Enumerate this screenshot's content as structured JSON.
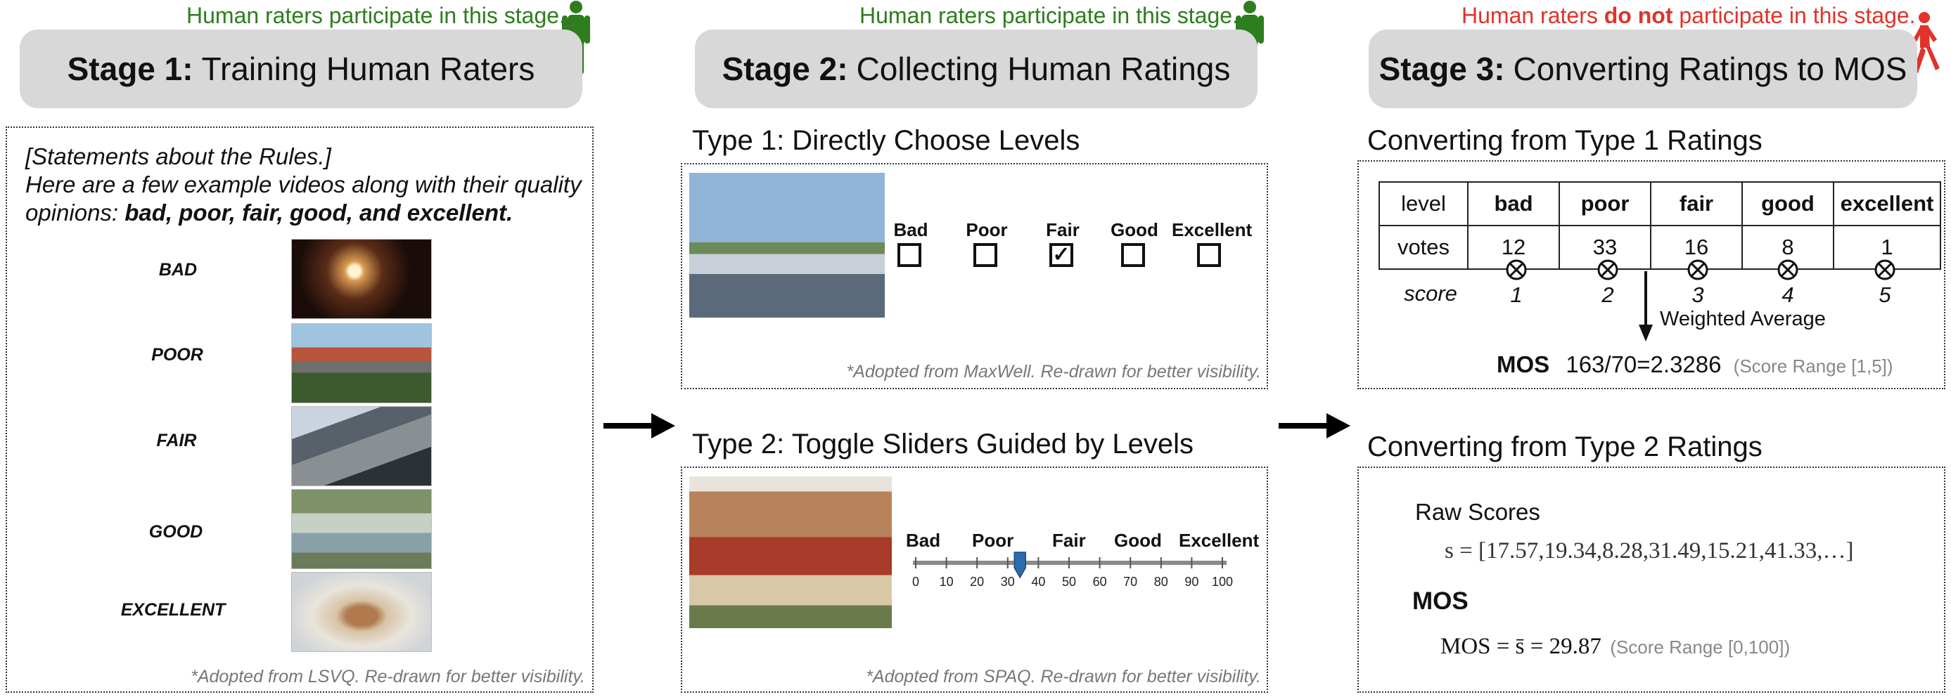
{
  "stage1": {
    "note": "Human raters participate in this stage.",
    "bold": "Stage 1:",
    "title": "Training Human Raters",
    "statement": "[Statements about the Rules.]",
    "intro_line1": "Here are a few example videos along with their quality",
    "intro_line2_plain": "opinions: ",
    "intro_line2_bold": "bad, poor, fair, good, and excellent.",
    "levels": [
      "BAD",
      "POOR",
      "FAIR",
      "GOOD",
      "EXCELLENT"
    ],
    "footnote": "*Adopted from LSVQ. Re-drawn for better visibility."
  },
  "stage2": {
    "note": "Human raters participate in this stage.",
    "bold": "Stage 2:",
    "title": "Collecting Human Ratings",
    "type1_title": "Type 1: Directly Choose Levels",
    "type1_labels": [
      "Bad",
      "Poor",
      "Fair",
      "Good",
      "Excellent"
    ],
    "type1_checked_index": 2,
    "type1_check_mark": "✓",
    "type1_footnote": "*Adopted from MaxWell. Re-drawn for better visibility.",
    "type2_title": "Type 2: Toggle Sliders Guided by Levels",
    "type2_labels": [
      "Bad",
      "Poor",
      "Fair",
      "Good",
      "Excellent"
    ],
    "type2_ticks": [
      "0",
      "10",
      "20",
      "30",
      "40",
      "50",
      "60",
      "70",
      "80",
      "90",
      "100"
    ],
    "type2_slider_value": 34,
    "type2_footnote": "*Adopted from SPAQ. Re-drawn for better visibility."
  },
  "stage3": {
    "note_pre": "Human raters ",
    "note_bold": "do not",
    "note_post": " participate in this stage.",
    "bold": "Stage 3:",
    "title": "Converting Ratings to MOS",
    "type1_title": "Converting from Type 1 Ratings",
    "table": {
      "row1_label": "level",
      "levels": [
        "bad",
        "poor",
        "fair",
        "good",
        "excellent"
      ],
      "row2_label": "votes",
      "votes": [
        "12",
        "33",
        "16",
        "8",
        "1"
      ]
    },
    "score_label": "score",
    "scores": [
      "1",
      "2",
      "3",
      "4",
      "5"
    ],
    "weighted_label": "Weighted Average",
    "mos_label": "MOS",
    "mos_value": "163/70=2.3286",
    "mos_range": "(Score Range [1,5])",
    "type2_title": "Converting from Type 2 Ratings",
    "raw_title": "Raw Scores",
    "raw_formula": "s = [17.57,19.34,8.28,31.49,15.21,41.33,…]",
    "mos2_title": "MOS",
    "mos2_formula": "MOS = s̄ = 29.87",
    "mos2_range": "(Score Range [0,100])"
  },
  "colors": {
    "green": "#2e7d1e",
    "red": "#e0332a",
    "stage_box": "#d8d8d8",
    "slider_marker": "#2b6cb0"
  }
}
